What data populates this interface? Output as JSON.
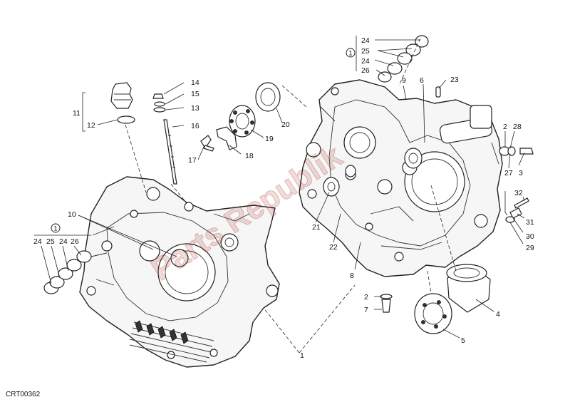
{
  "reference_code": "CRT00362",
  "watermark_text": "Parts Republik",
  "colors": {
    "line": "#222222",
    "fill": "#f6f6f6",
    "watermark": "#b9352b"
  },
  "callouts": {
    "c1": "1",
    "c2a": "2",
    "c2b": "2",
    "c3": "3",
    "c4": "4",
    "c5": "5",
    "c6": "6",
    "c7": "7",
    "c8": "8",
    "c9": "9",
    "c10": "10",
    "c11": "11",
    "c12": "12",
    "c13": "13",
    "c14": "14",
    "c15": "15",
    "c16": "16",
    "c17": "17",
    "c18": "18",
    "c19": "19",
    "c20": "20",
    "c21": "21",
    "c22": "22",
    "c23": "23",
    "c24a": "24",
    "c24b": "24",
    "c24c": "24",
    "c24d": "24",
    "c25a": "25",
    "c25b": "25",
    "c26a": "26",
    "c26b": "26",
    "c27": "27",
    "c28": "28",
    "c29": "29",
    "c30": "30",
    "c31": "31",
    "c32": "32"
  },
  "kit_marker": "1"
}
